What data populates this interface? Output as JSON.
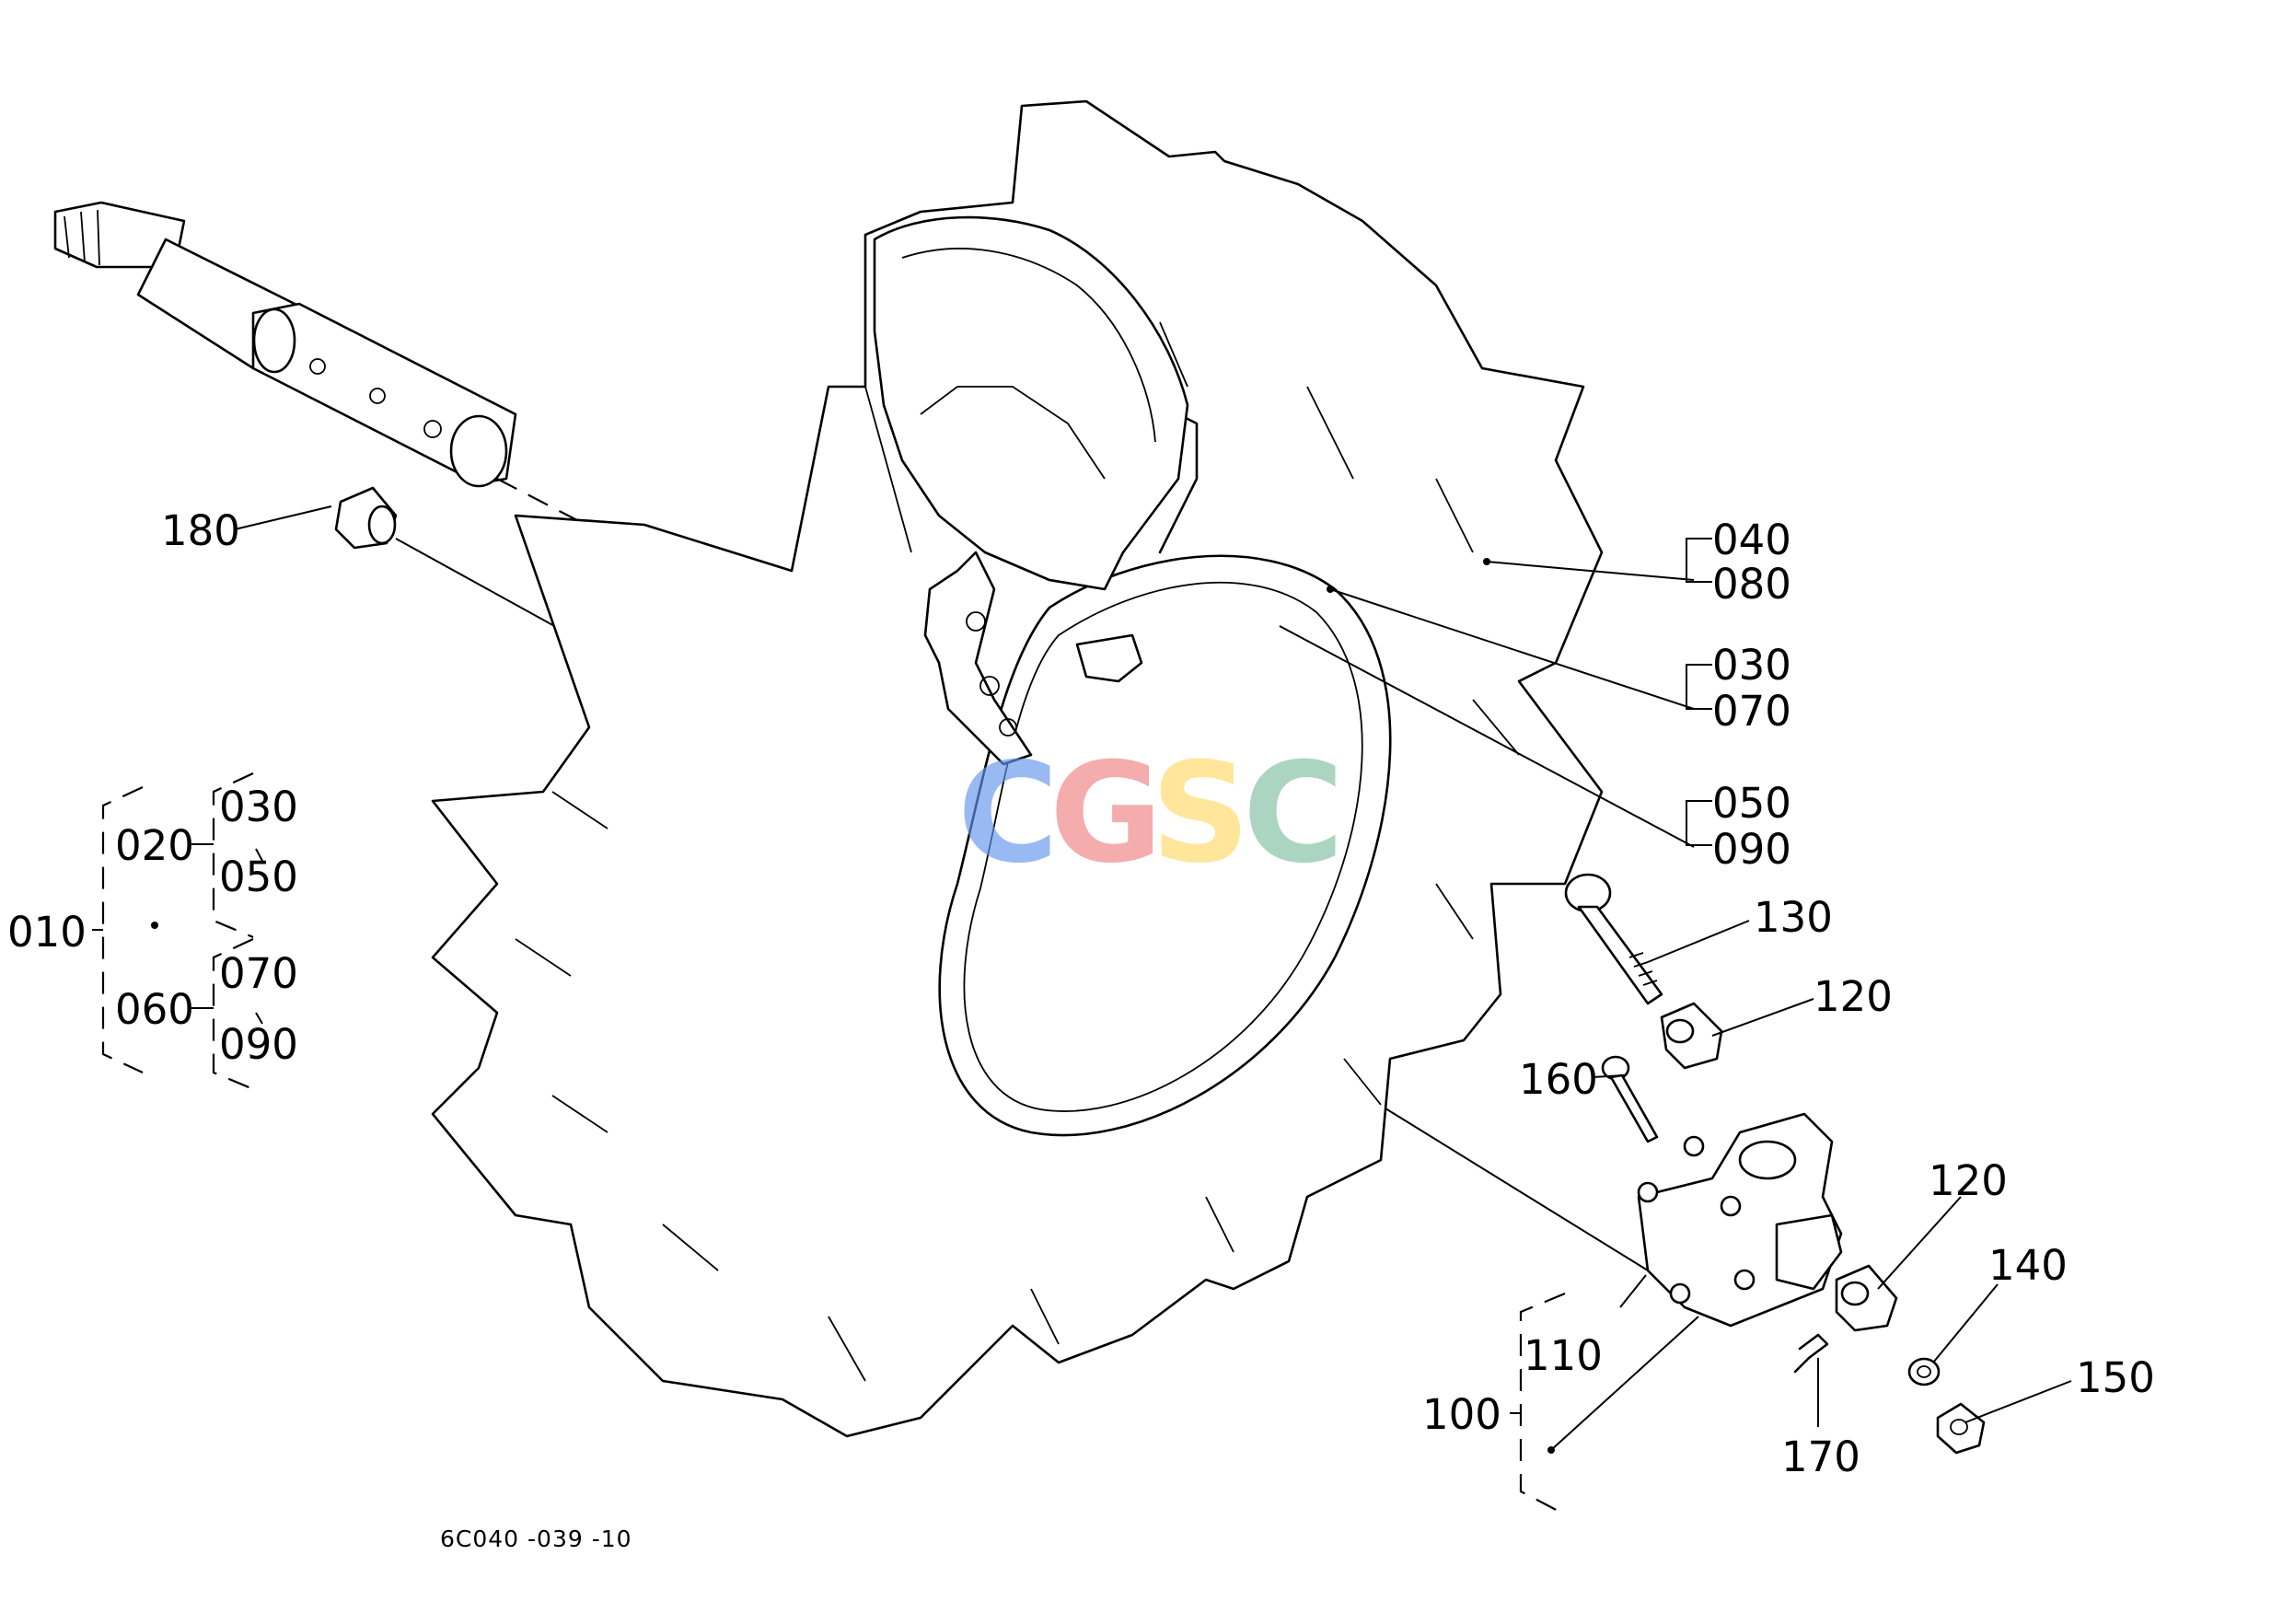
{
  "diagram": {
    "drawing_code": "6C040 -039 -10",
    "watermark": {
      "letters": [
        "C",
        "G",
        "S",
        "C"
      ],
      "colors": [
        "#6495ED",
        "#F08080",
        "#FFD966",
        "#7FBF9F"
      ]
    },
    "labels": {
      "p040": "040",
      "p080": "080",
      "p030": "030",
      "p070": "070",
      "p050": "050",
      "p090": "090",
      "p130": "130",
      "p120a": "120",
      "p160": "160",
      "p120b": "120",
      "p140": "140",
      "p150": "150",
      "p110": "110",
      "p100": "100",
      "p170": "170",
      "p180": "180",
      "g010": "010",
      "g020": "020",
      "g030": "030",
      "g050": "050",
      "g060": "060",
      "g070": "070",
      "g090": "090"
    }
  }
}
